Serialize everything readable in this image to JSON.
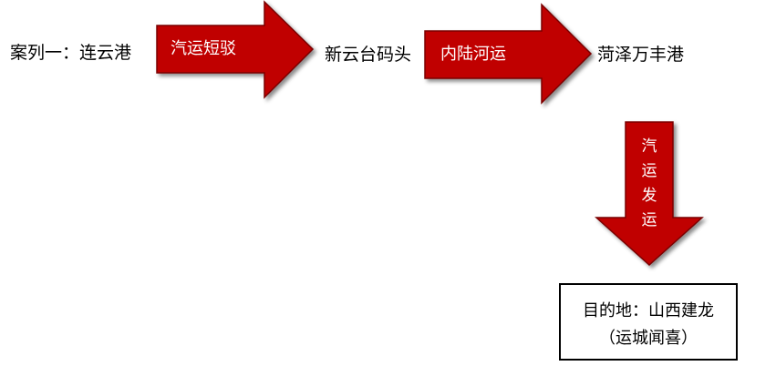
{
  "nodes": {
    "case_label": "案列一：连云港",
    "mid_port": "新云台码头",
    "inland_port": "菏泽万丰港"
  },
  "arrows": {
    "first": "汽运短驳",
    "second": "内陆河运",
    "third_chars": [
      "汽",
      "运",
      "发",
      "运"
    ]
  },
  "destination": {
    "line1": "目的地：山西建龙",
    "line2": "（运城闻喜）"
  },
  "colors": {
    "arrow_fill": "#c00000",
    "arrow_stroke": "#7a0000",
    "text": "#000000"
  }
}
